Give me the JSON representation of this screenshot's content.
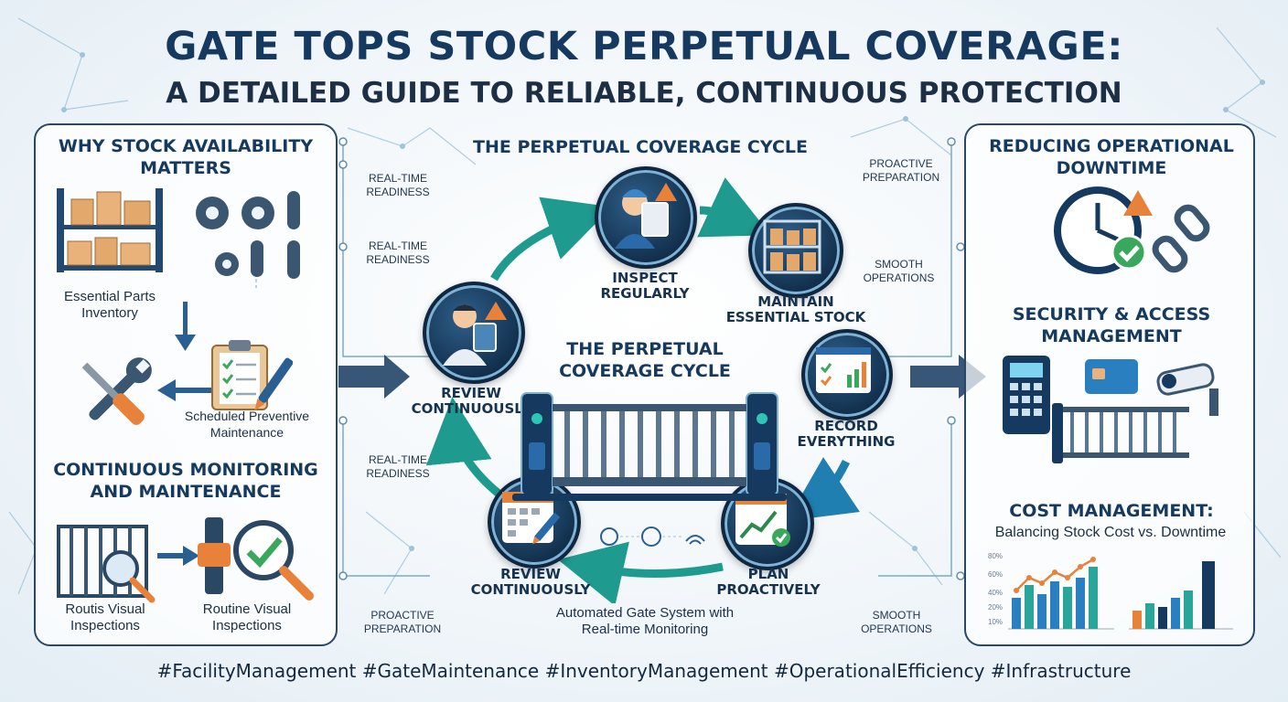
{
  "header": {
    "title": "GATE TOPS STOCK PERPETUAL COVERAGE:",
    "subtitle": "A DETAILED GUIDE TO RELIABLE, CONTINUOUS PROTECTION"
  },
  "left_panel": {
    "heading_1": "WHY STOCK AVAILABILITY MATTERS",
    "essential_parts": "Essential Parts Inventory",
    "scheduled_maintenance": "Scheduled Preventive Maintenance",
    "heading_2": "CONTINUOUS MONITORING AND MAINTENANCE",
    "inspection_1": "Routis Visual Inspections",
    "inspection_2": "Routine Visual Inspections"
  },
  "center": {
    "top_heading": "THE PERPETUAL COVERAGE CYCLE",
    "middle_heading": "THE PERPETUAL COVERAGE CYCLE",
    "steps": {
      "inspect": "INSPECT REGULARLY",
      "maintain": "MAINTAIN ESSENTIAL STOCK",
      "record": "RECORD EVERYTHING",
      "plan": "PLAN PROACTIVELY",
      "review_bottom": "REVIEW CONTINUOUSLY",
      "review_left": "REVIEW CONTINUOUSLY"
    },
    "gate_caption": "Automated Gate System with Real-time Monitoring",
    "side_labels": {
      "readiness_1": "REAL-TIME READINESS",
      "readiness_2": "REAL-TIME READINESS",
      "readiness_3": "REAL-TIME READINESS",
      "proactive_bottom": "PROACTIVE PREPARATION",
      "proactive_top": "PROACTIVE PREPARATION",
      "smooth_top": "SMOOTH OPERATIONS",
      "smooth_bottom": "SMOOTH OPERATIONS"
    }
  },
  "right_panel": {
    "heading_1": "REDUCING OPERATIONAL DOWNTIME",
    "heading_2": "SECURITY & ACCESS MANAGEMENT",
    "heading_3": "COST MANAGEMENT:",
    "subheading_3": "Balancing Stock Cost vs. Downtime"
  },
  "mini_chart": {
    "tick_labels": [
      "80%",
      "60%",
      "40%",
      "20%",
      "10%"
    ]
  },
  "footer": {
    "hashtags": "#FacilityManagement #GateMaintenance #InventoryManagement #OperationalEfficiency #Infrastructure"
  },
  "colors": {
    "navy": "#163a5f",
    "teal": "#1fa59a",
    "orange": "#e8823a",
    "blue": "#2a7fc1",
    "green": "#3aa85c"
  }
}
